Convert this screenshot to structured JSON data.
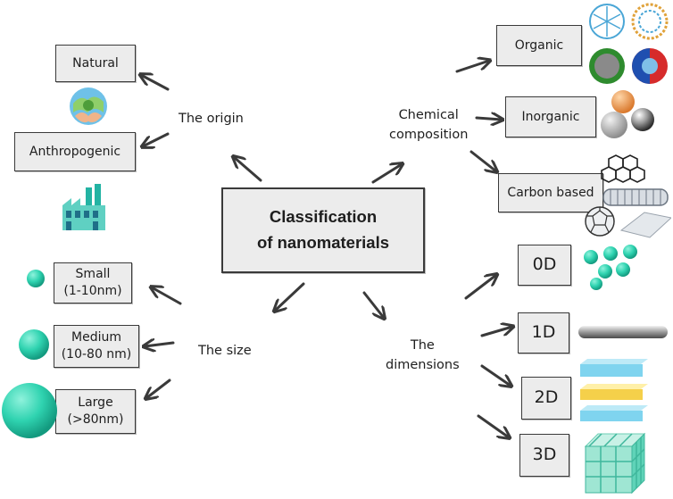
{
  "center": {
    "line1": "Classification",
    "line2": "of nanomaterials"
  },
  "origin": {
    "label": "The origin",
    "natural": "Natural",
    "anthropogenic": "Anthropogenic"
  },
  "composition": {
    "label_line1": "Chemical",
    "label_line2": "composition",
    "organic": "Organic",
    "inorganic": "Inorganic",
    "carbon": "Carbon based"
  },
  "size": {
    "label": "The size",
    "small_line1": "Small",
    "small_line2": "(1-10nm)",
    "medium_line1": "Medium",
    "medium_line2": "(10-80 nm)",
    "large_line1": "Large",
    "large_line2": "(>80nm)"
  },
  "dimensions": {
    "label_line1": "The",
    "label_line2": "dimensions",
    "d0": "0D",
    "d1": "1D",
    "d2": "2D",
    "d3": "3D"
  },
  "colors": {
    "box_fill": "#ececec",
    "stroke": "#3a3a3a",
    "teal": "#2fd3b0"
  }
}
